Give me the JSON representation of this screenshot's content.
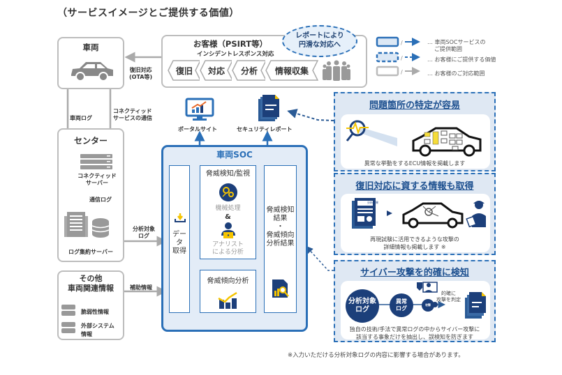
{
  "title": "（サービスイメージとご提供する価値）",
  "vehicle": {
    "title": "車両",
    "ota_label_1": "復旧対応",
    "ota_label_2": "(OTA等)"
  },
  "customer": {
    "title": "お客様（PSIRT等）",
    "incident_label": "インシデントレスポンス対応",
    "steps": [
      "復旧",
      "対応",
      "分析",
      "情報収集"
    ],
    "bubble_line1": "レポートにより",
    "bubble_line2": "円滑な対応へ"
  },
  "legend": [
    {
      "line1": "… 車両SOCサービスの",
      "line2": "ご提供範囲"
    },
    {
      "line1": "… お客様にご提供する価値",
      "line2": ""
    },
    {
      "line1": "… お客様のご対応範囲",
      "line2": ""
    }
  ],
  "flows": {
    "vehicle_log": "車両ログ",
    "connected_1": "コネクティッド",
    "connected_2": "サービスの通信",
    "comm_log": "通信ログ",
    "analysis_log_1": "分析対象",
    "analysis_log_2": "ログ",
    "aux_info": "補助情報"
  },
  "center": {
    "title": "センター",
    "connected_server_1": "コネクティッド",
    "connected_server_2": "サーバー",
    "log_server": "ログ集約サーバー"
  },
  "other": {
    "title_1": "その他",
    "title_2": "車両関連情報",
    "items": [
      "脆弱性情報",
      "外部システム",
      "情報"
    ]
  },
  "outputs": {
    "portal": "ポータルサイト",
    "report": "セキュリティレポート"
  },
  "soc": {
    "title": "車両SOC",
    "data_1": "データ",
    "data_2": "取得",
    "detect_title": "脅威検知/監視",
    "machine": "機械処理",
    "amp": "&",
    "analyst_1": "アナリスト",
    "analyst_2": "による分析",
    "trend": "脅威傾向分析",
    "result_1": "脅威検知",
    "result_2": "結果",
    "result_3": "・",
    "result_4": "脅威傾向",
    "result_5": "分析結果"
  },
  "values": [
    {
      "heading": "問題箇所の特定が容易",
      "caption_1": "異常な挙動をするECU情報を掲載します",
      "caption_2": ""
    },
    {
      "heading": "復旧対応に資する情報も取得",
      "caption_1": "再現試験に活用できるような攻撃の",
      "caption_2": "詳細情報も掲載します ※",
      "doc_label": "分析結果"
    },
    {
      "heading": "サイバー攻撃を的確に検知",
      "caption_1": "独自の技術/手法で異常ログの中からサイバー攻撃に",
      "caption_2": "該当する事象だけを抽出し、誤検知を防ぎます",
      "circle_1a": "分析対象",
      "circle_1b": "ログ",
      "circle_2a": "異常",
      "circle_2b": "ログ",
      "circle_3": "攻撃",
      "judge_1": "的確に",
      "judge_2": "攻撃を判定"
    }
  ],
  "footnote": "※入力いただける分析対象ログの内容に影響する場合があります。",
  "colors": {
    "blue": "#2a6fb7",
    "navy": "#1c3f7a",
    "gray": "#bdbdbd",
    "yellow": "#f5c400",
    "light": "#e3ecf7"
  }
}
